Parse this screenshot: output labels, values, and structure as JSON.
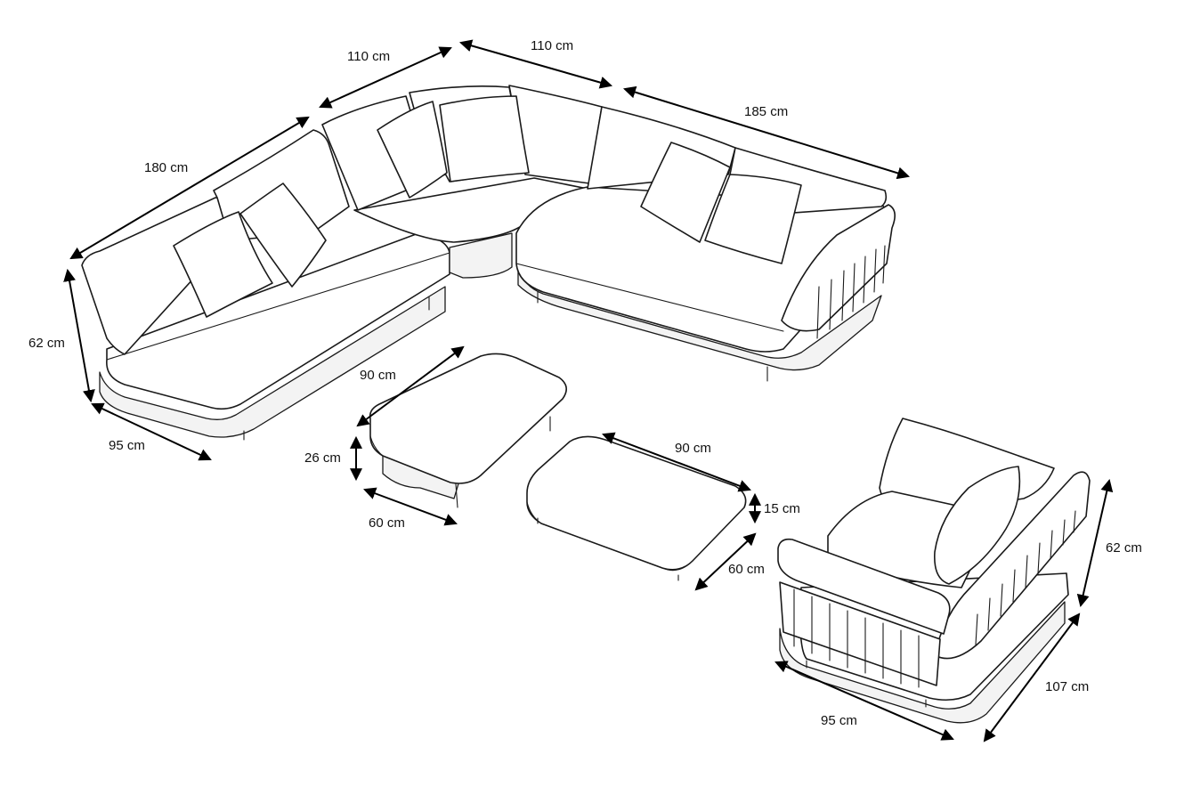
{
  "dimensions": {
    "corner_left_depth": "180 cm",
    "corner_module_left": "110 cm",
    "corner_module_right": "110 cm",
    "corner_right_length": "185 cm",
    "sofa_height": "62 cm",
    "sofa_seat_depth": "95 cm",
    "table_large_length": "90 cm",
    "table_large_height": "26 cm",
    "table_large_width": "60 cm",
    "table_small_length": "90 cm",
    "table_small_height": "15 cm",
    "table_small_width": "60 cm",
    "armchair_height": "62 cm",
    "armchair_depth": "107 cm",
    "armchair_width": "95 cm"
  },
  "colors": {
    "line": "#1a1a1a",
    "background": "#ffffff",
    "arrow": "#000000"
  }
}
